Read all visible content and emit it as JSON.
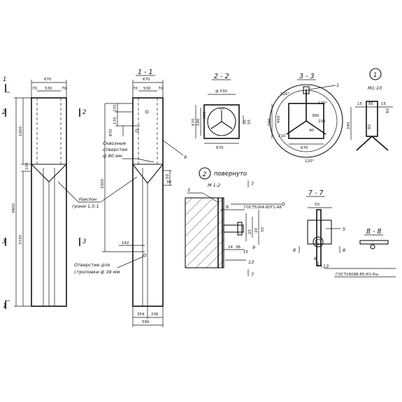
{
  "marks": {
    "s1": "1",
    "s2": "2",
    "s3": "3"
  },
  "elevation": {
    "width_top": "670",
    "inner_top": "530",
    "side": "70",
    "side_r": "70",
    "h_1000": "1000",
    "h_4800": "4800",
    "h_3730": "3730",
    "h_100": "100"
  },
  "section_1_1": {
    "title": "1 - 1",
    "width_top": "670",
    "inner_top": "530",
    "side": "70",
    "side_r": "70",
    "d_170a": "170",
    "d_170b": "170",
    "d_870": "870",
    "d_3300": "3300",
    "d_50": "50",
    "d_30": "30",
    "d_142": "142",
    "d_354": "354",
    "d_236": "236",
    "d_590": "590",
    "note_holes": "Сквозные отверстия ф 80 мм",
    "note_slope": "Наклон грани 1,5:1",
    "note_sling": "Отверстие для строповки ф 38 мм",
    "leader_9": "9"
  },
  "section_2_2": {
    "title": "2 - 2",
    "dia": "ф 530",
    "d_670": "670",
    "d_670b": "670",
    "d_590": "590",
    "d_500": "500",
    "d_35": "35",
    "d_55": "55"
  },
  "section_3_3": {
    "title": "3 - 3",
    "d_120a": "120°",
    "d_120b": "120°",
    "d_120c": "120°",
    "d_590": "590",
    "d_450": "450",
    "d_670": "670",
    "d_360": "360",
    "d_100": "100",
    "d_40": "40",
    "d_210": "210",
    "leader_1": "1"
  },
  "detail_1": {
    "label": "1",
    "scale": "М1:10",
    "d_15": "15",
    "d_85": "85",
    "d_15b": "15",
    "d_80": "80",
    "d_60": "60",
    "d_240": "240"
  },
  "detail_2": {
    "label": "2",
    "title": "повернуто",
    "scale": "М 1:2",
    "leader_5": "5",
    "leader_6": "6",
    "leader_9": "9",
    "leader_13": "13",
    "std": "ГОСТ5264-80Т1-А6",
    "d_50": "50",
    "d_25": "25",
    "d_20": "20",
    "d_24": "24",
    "d_36": "36",
    "d_15": "15",
    "mark_7": "7",
    "mark_7b": "7"
  },
  "section_7_7": {
    "title": "7 - 7",
    "d_50": "50",
    "leader_5": "5",
    "leader_6": "6",
    "leader_13": "13",
    "mark_8": "8",
    "mark_8b": "8",
    "std": "ГОСТ14098-85-Н1-Рш"
  },
  "section_8_8": {
    "title": "8 - 8"
  }
}
